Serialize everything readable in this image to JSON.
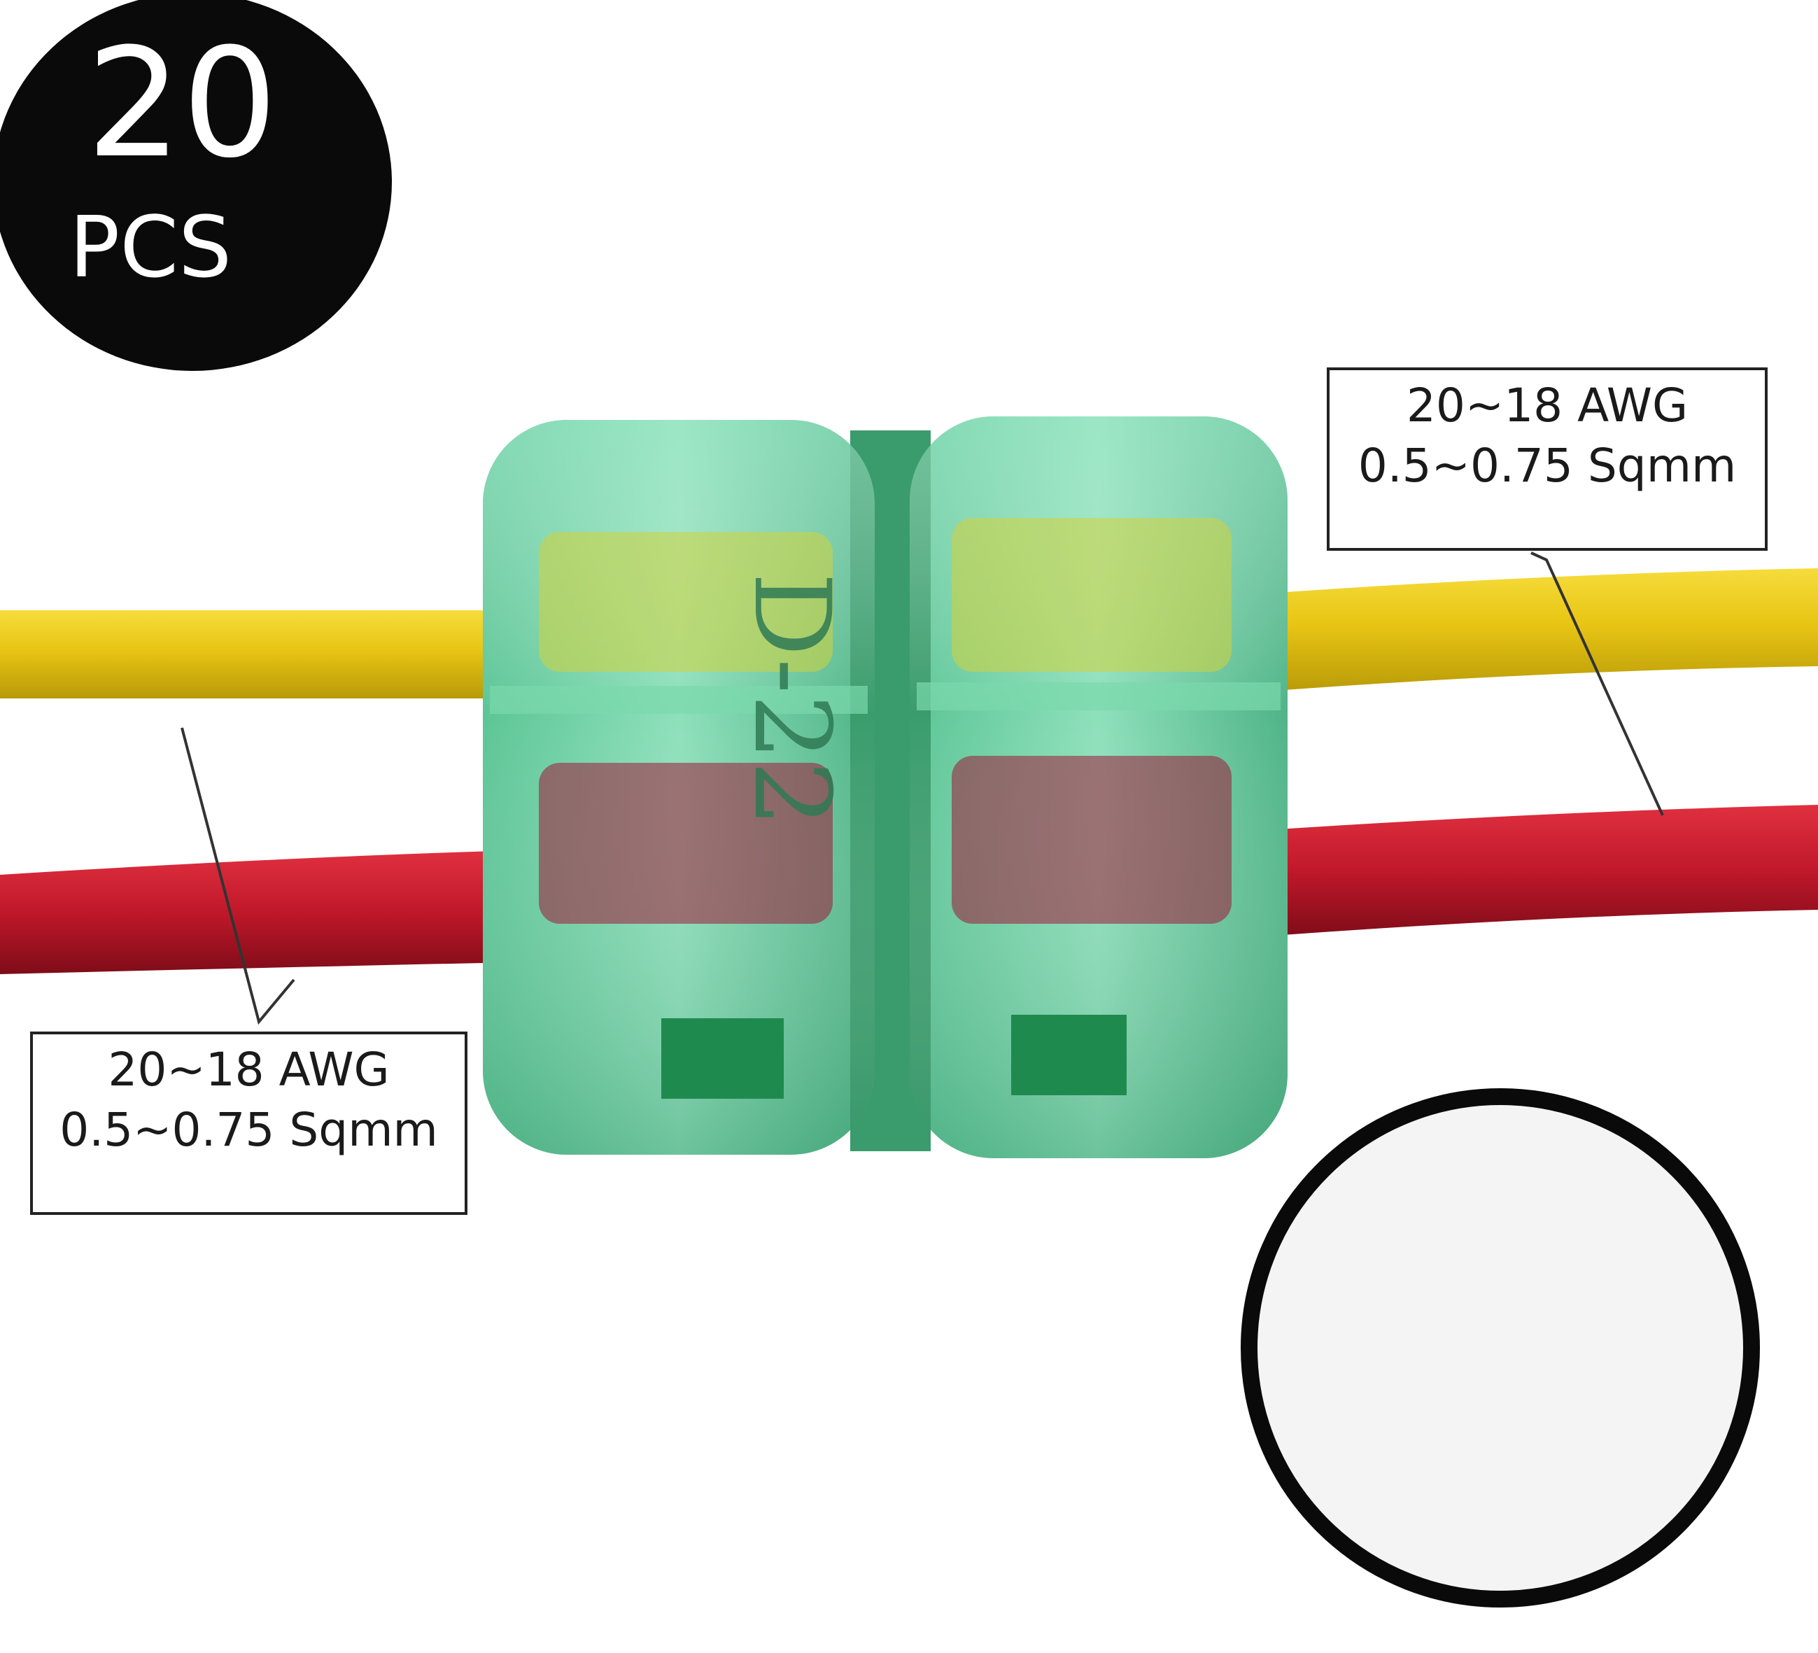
{
  "badge": {
    "count": "20",
    "unit": "PCS"
  },
  "spec_right": {
    "line1": "20~18 AWG",
    "line2": "0.5~0.75 Sqmm"
  },
  "spec_left": {
    "line1": "20~18 AWG",
    "line2": "0.5~0.75 Sqmm"
  },
  "connector": {
    "marking": "D-22"
  },
  "colors": {
    "yellow_wire": "#e8c514",
    "red_wire": "#c0182a",
    "connector_body": "#5fc89a",
    "blue_wire": "#1d47b8",
    "badge_bg": "#0a0a0a"
  }
}
